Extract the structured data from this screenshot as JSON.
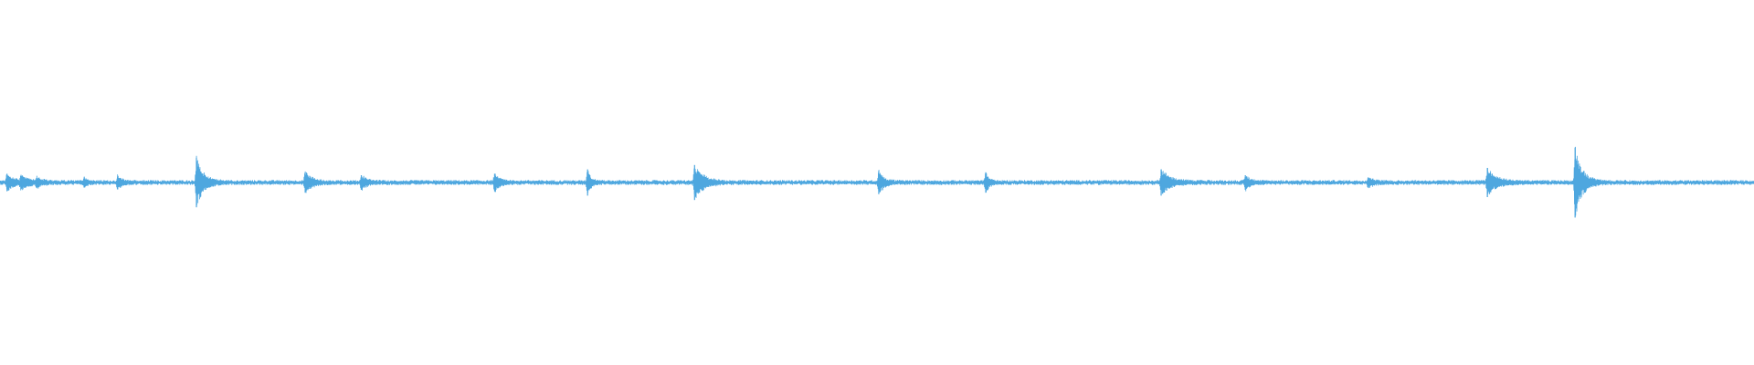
{
  "chart_data": {
    "type": "line",
    "title": "",
    "xlabel": "",
    "ylabel": "",
    "grid": false,
    "legend": "none",
    "colors": {
      "waveform": "#4ea7df",
      "background": "#ffffff"
    },
    "xlim": [
      0,
      1
    ],
    "ylim": [
      -1,
      1
    ],
    "series": [
      {
        "baseline_noise": 0.012,
        "spikes": [
          {
            "t": 0.004,
            "amp": 0.06,
            "decay": 0.004
          },
          {
            "t": 0.012,
            "amp": 0.045,
            "decay": 0.004
          },
          {
            "t": 0.021,
            "amp": 0.03,
            "decay": 0.003
          },
          {
            "t": 0.048,
            "amp": 0.035,
            "decay": 0.002
          },
          {
            "t": 0.067,
            "amp": 0.04,
            "decay": 0.003
          },
          {
            "t": 0.112,
            "amp": 0.17,
            "decay": 0.004
          },
          {
            "t": 0.174,
            "amp": 0.07,
            "decay": 0.004
          },
          {
            "t": 0.206,
            "amp": 0.05,
            "decay": 0.003
          },
          {
            "t": 0.282,
            "amp": 0.06,
            "decay": 0.003
          },
          {
            "t": 0.335,
            "amp": 0.09,
            "decay": 0.002
          },
          {
            "t": 0.396,
            "amp": 0.12,
            "decay": 0.005
          },
          {
            "t": 0.501,
            "amp": 0.08,
            "decay": 0.003
          },
          {
            "t": 0.562,
            "amp": 0.07,
            "decay": 0.002
          },
          {
            "t": 0.662,
            "amp": 0.09,
            "decay": 0.005
          },
          {
            "t": 0.71,
            "amp": 0.05,
            "decay": 0.003
          },
          {
            "t": 0.78,
            "amp": 0.035,
            "decay": 0.003
          },
          {
            "t": 0.848,
            "amp": 0.1,
            "decay": 0.005
          },
          {
            "t": 0.898,
            "amp": 0.24,
            "decay": 0.004
          }
        ],
        "segment_gaps": [
          0.028,
          0.098,
          0.152,
          0.236,
          0.303,
          0.371,
          0.433,
          0.468,
          0.591,
          0.627,
          0.698,
          0.741,
          0.806,
          0.872,
          0.936,
          0.972
        ]
      }
    ]
  }
}
